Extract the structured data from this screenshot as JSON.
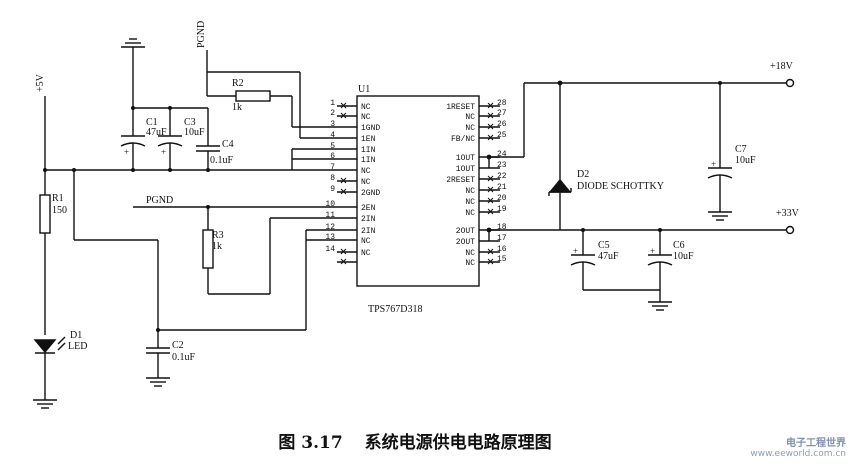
{
  "caption": {
    "number": "图 3.17",
    "title": "系统电源供电电路原理图"
  },
  "watermark": {
    "line1": "电子工程世界",
    "line2": "www.eeworld.com.cn"
  },
  "labels": {
    "pgnd_top": "PGND",
    "pgnd_mid": "PGND",
    "plus5v": "+5V",
    "plus18v": "+18V",
    "plus33v": "+33V",
    "u1": "U1",
    "chip": "TPS767D318",
    "r1_name": "R1",
    "r1_val": "150",
    "r2_name": "R2",
    "r2_val": "1k",
    "r3_name": "R3",
    "r3_val": "1k",
    "c1_name": "C1",
    "c1_val": "47uF",
    "c2_name": "C2",
    "c2_val": "0.1uF",
    "c3_name": "C3",
    "c3_val": "10uF",
    "c4_name": "C4",
    "c4_val": "0.1uF",
    "c5_name": "C5",
    "c5_val": "47uF",
    "c6_name": "C6",
    "c6_val": "10uF",
    "c7_name": "C7",
    "c7_val": "10uF",
    "d1_name": "D1",
    "d1_val": "LED",
    "d2_name": "D2",
    "d2_val": "DIODE SCHOTTKY"
  },
  "pins_left": [
    {
      "num": "1",
      "name": "NC"
    },
    {
      "num": "2",
      "name": "NC"
    },
    {
      "num": "3",
      "name": "1GND"
    },
    {
      "num": "4",
      "name": "1EN"
    },
    {
      "num": "5",
      "name": "1IN"
    },
    {
      "num": "6",
      "name": "1IN"
    },
    {
      "num": "7",
      "name": "NC"
    },
    {
      "num": "8",
      "name": "NC"
    },
    {
      "num": "9",
      "name": "2GND"
    },
    {
      "num": "10",
      "name": "2EN"
    },
    {
      "num": "11",
      "name": "2IN"
    },
    {
      "num": "12",
      "name": "2IN"
    },
    {
      "num": "13",
      "name": "NC"
    },
    {
      "num": "14",
      "name": "NC"
    }
  ],
  "pins_right": [
    {
      "num": "28",
      "name": "1RESET"
    },
    {
      "num": "27",
      "name": "NC"
    },
    {
      "num": "26",
      "name": "NC"
    },
    {
      "num": "25",
      "name": "FB/NC"
    },
    {
      "num": "24",
      "name": "1OUT"
    },
    {
      "num": "23",
      "name": "1OUT"
    },
    {
      "num": "22",
      "name": "2RESET"
    },
    {
      "num": "21",
      "name": "NC"
    },
    {
      "num": "20",
      "name": "NC"
    },
    {
      "num": "19",
      "name": "NC"
    },
    {
      "num": "18",
      "name": "2OUT"
    },
    {
      "num": "17",
      "name": "2OUT"
    },
    {
      "num": "16",
      "name": "NC"
    },
    {
      "num": "15",
      "name": "NC"
    }
  ]
}
